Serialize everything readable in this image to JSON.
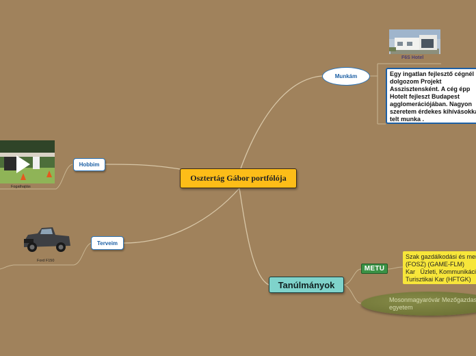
{
  "central": {
    "label": "Osztertág Gábor portfólója"
  },
  "branches": {
    "munkam": {
      "label": "Munkám"
    },
    "hobbim": {
      "label": "Hobbim"
    },
    "terveim": {
      "label": "Terveim"
    },
    "tanulmanyok": {
      "label": "Tanúlmányok"
    }
  },
  "work": {
    "image_caption": "F6S Hotel",
    "note": "Egy ingatlan fejlesztő cégnél\ndolgozom Projekt\nAsszisztensként. A cég épp\nHotelt fejleszt Budapest\nagglomerációjában. Nagyon\nszeretem érdekes kihívásokkal\ntelt munka ."
  },
  "hobby": {
    "image_caption": "Fogathajtás"
  },
  "plans": {
    "image_caption": "Ford F150"
  },
  "studies": {
    "metu_label": "METU",
    "metu_note": "Szak gazdálkodási és menedzsment\n(FOSZ) (GAME-FLM)\nKar   Üzleti, Kommunikációs és\nTurisztikai Kar (HFTGK)",
    "moson_label": "Mosonmagyaróvár Mezőgazdasági\negyetem"
  },
  "colors": {
    "background": "#a0825c",
    "central": "#fdbd18",
    "branch_border": "#2a72b5",
    "tanulmanyok": "#7fd3cb",
    "metu_note": "#f7e63a",
    "metu": "#3a9245",
    "olive": "#757a3b"
  }
}
